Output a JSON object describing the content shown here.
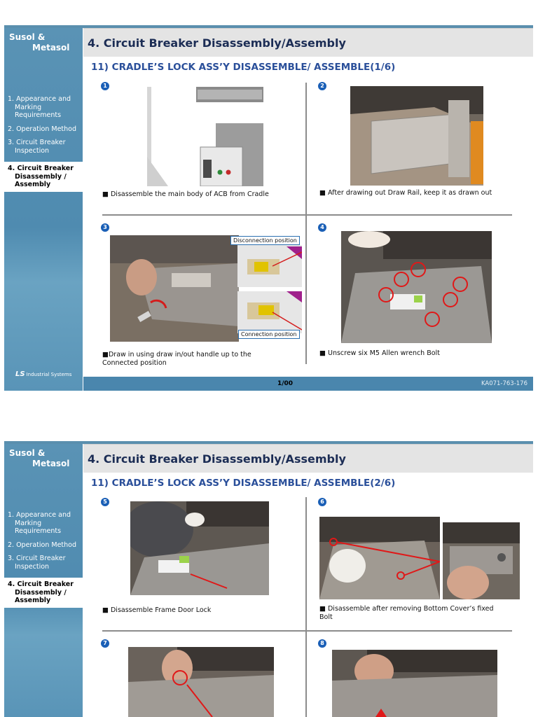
{
  "slide1": {
    "brand_line1": "Susol &",
    "brand_line2": "Metasol",
    "nav": [
      {
        "l1": "1. Appearance and",
        "l2": "Marking",
        "l3": "Requirements"
      },
      {
        "l1": "2. Operation Method"
      },
      {
        "l1": "3. Circuit Breaker",
        "l2": "Inspection"
      },
      {
        "l1": "4. Circuit Breaker",
        "l2": "Disassembly /",
        "l3": "Assembly"
      }
    ],
    "logo": "LS",
    "logo_text": "Industrial Systems",
    "title": "4. Circuit Breaker Disassembly/Assembly",
    "subtitle": "11) CRADLE’S LOCK ASS’Y DISASSEMBLE/ ASSEMBLE(1/6)",
    "steps": [
      {
        "num": "1",
        "caption": "■ Disassemble the main body of ACB from Cradle"
      },
      {
        "num": "2",
        "caption": "■ After drawing out Draw Rail, keep it as drawn out"
      },
      {
        "num": "3",
        "caption_l1": "■Draw in using draw in/out handle up to the",
        "caption_l2": "Connected position",
        "label_top": "Disconnection position",
        "label_bottom": "Connection position"
      },
      {
        "num": "4",
        "caption": "■ Unscrew six M5 Allen wrench Bolt"
      }
    ],
    "page_num": "1/00",
    "doc_code": "KA071-763-176"
  },
  "slide2": {
    "brand_line1": "Susol &",
    "brand_line2": "Metasol",
    "nav": [
      {
        "l1": "1. Appearance and",
        "l2": "Marking",
        "l3": "Requirements"
      },
      {
        "l1": "2. Operation Method"
      },
      {
        "l1": "3. Circuit Breaker",
        "l2": "Inspection"
      },
      {
        "l1": "4. Circuit Breaker",
        "l2": "Disassembly /",
        "l3": "Assembly"
      }
    ],
    "title": "4. Circuit Breaker Disassembly/Assembly",
    "subtitle": "11) CRADLE’S LOCK ASS’Y DISASSEMBLE/ ASSEMBLE(2/6)",
    "steps": [
      {
        "num": "5",
        "caption": "■ Disassemble Frame Door Lock"
      },
      {
        "num": "6",
        "caption_l1": "■ Disassemble after removing Bottom Cover’s fixed",
        "caption_l2": "Bolt"
      },
      {
        "num": "7"
      },
      {
        "num": "8"
      }
    ]
  },
  "colors": {
    "accent_blue": "#4f8bb0",
    "step_blue": "#1a5fb6",
    "title_text": "#1c2d55",
    "subtitle_text": "#2a4f9a",
    "marker_red": "#e01818"
  }
}
